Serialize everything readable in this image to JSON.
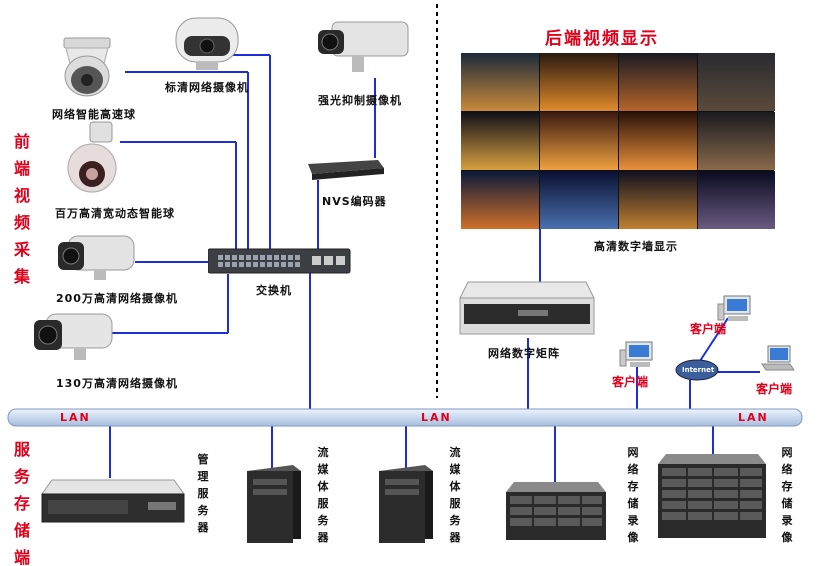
{
  "sections": {
    "front_capture": "前端视频采集",
    "backend_display": "后端视频显示",
    "service_storage": "服务存储端"
  },
  "devices": {
    "speed_dome": "网络智能高速球",
    "standard_camera": "标清网络摄像机",
    "strong_light_camera": "强光抑制摄像机",
    "wdr_ball": "百万高清宽动态智能球",
    "nvs_encoder": "NVS编码器",
    "camera_2mp": "200万高清网络摄像机",
    "switch": "交换机",
    "camera_13mp": "130万高清网络摄像机",
    "video_wall": "高清数字墙显示",
    "matrix": "网络数字矩阵",
    "client_1": "客户端",
    "client_2": "客户端",
    "client_3": "客户端",
    "internet": "Internet",
    "management_server": "管理服务器",
    "stream_server_1": "流媒体服务器",
    "stream_server_2": "流媒体服务器",
    "storage_1": "网络存储录像",
    "storage_2": "网络存储录像"
  },
  "network": {
    "lan_labels": [
      "LAN",
      "LAN",
      "LAN"
    ]
  },
  "colors": {
    "link_line": "#1d2ed8",
    "accent_red": "#e0001b",
    "lan_bus": "#c8d8ee"
  }
}
